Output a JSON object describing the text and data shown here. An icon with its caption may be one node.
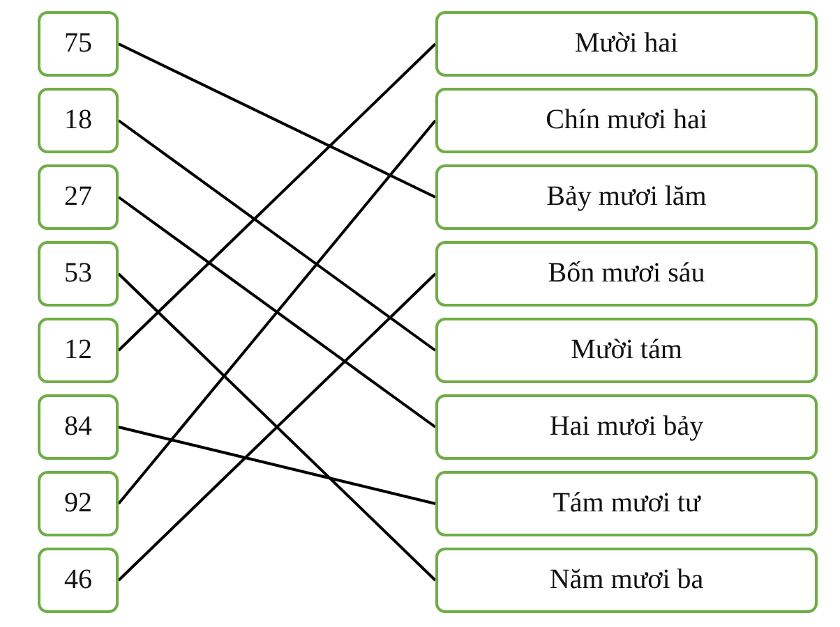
{
  "diagram": {
    "nodes": [
      {
        "text": [
          "75"
        ]
      },
      {
        "text": [
          "18"
        ]
      },
      {
        "text": [
          "27"
        ]
      },
      {
        "text": [
          "53"
        ]
      },
      {
        "text": [
          "12"
        ]
      },
      {
        "text": [
          "84"
        ]
      },
      {
        "text": [
          "92"
        ]
      },
      {
        "text": [
          "46"
        ]
      },
      {
        "text": [
          "Mười hai"
        ]
      },
      {
        "text": [
          "Chín mươi hai"
        ]
      },
      {
        "text": [
          "Bảy mươi lăm"
        ]
      },
      {
        "text": [
          "Bốn mươi sáu"
        ]
      },
      {
        "text": [
          "Mười tám"
        ]
      },
      {
        "text": [
          "Hai mươi bảy"
        ]
      },
      {
        "text": [
          "Tám mươi tư"
        ]
      },
      {
        "text": [
          "Năm mươi ba"
        ]
      }
    ],
    "edges": [
      {
        "from": 0,
        "to": 10,
        "arrow": "none"
      },
      {
        "from": 1,
        "to": 12,
        "arrow": "none"
      },
      {
        "from": 2,
        "to": 13,
        "arrow": "none"
      },
      {
        "from": 3,
        "to": 15,
        "arrow": "none"
      },
      {
        "from": 4,
        "to": 8,
        "arrow": "none"
      },
      {
        "from": 5,
        "to": 14,
        "arrow": "none"
      },
      {
        "from": 6,
        "to": 9,
        "arrow": "none"
      },
      {
        "from": 7,
        "to": 11,
        "arrow": "none"
      }
    ]
  }
}
